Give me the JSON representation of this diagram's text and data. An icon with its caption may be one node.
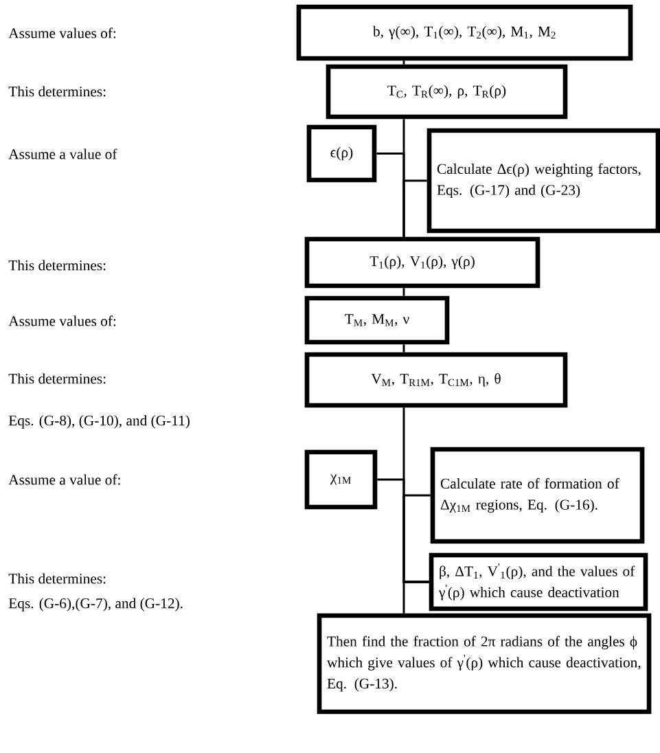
{
  "diagram": {
    "nodes": [
      {
        "text": [
          "b, γ(∞), T$_{1}$(∞), T$_{2}$(∞), M$_{1}$, M$_{2}$"
        ]
      },
      {
        "text": [
          "T$_{C}$, T$_{R}$(∞), ρ, T$_{R}$(ρ)"
        ]
      },
      {
        "text": [
          "ϵ(ρ)"
        ]
      },
      {
        "text": [
          "Calculate Δϵ(ρ) weighting factors, Eqs. (G-17) and (G-23)"
        ]
      },
      {
        "text": [
          "T$_{1}$(ρ), V$_{1}$(ρ), γ(ρ)"
        ]
      },
      {
        "text": [
          "T$_{M}$, M$_{M}$, ν"
        ]
      },
      {
        "text": [
          "V$_{M}$, T$_{R1M}$, T$_{C1M}$, η, θ"
        ]
      },
      {
        "text": [
          "χ$_{1M}$"
        ]
      },
      {
        "text": [
          "Calculate rate of formation of Δχ$_{1M}$ regions, Eq. (G-16)."
        ]
      },
      {
        "text": [
          "β, ΔT$_{1}$, V$^{'}$$_{1}$(ρ), and the values of γ$^{'}$(ρ) which cause deactivation"
        ]
      },
      {
        "text": [
          "Then find the fraction of 2π radians of the angles ϕ which give values of γ$^{'}$(ρ) which cause deactivation, Eq. (G-13)."
        ]
      }
    ],
    "edges": [
      {
        "from": 0,
        "to": 1,
        "arrow": "none"
      },
      {
        "from": 1,
        "to": 4,
        "arrow": "none"
      },
      {
        "from": 2,
        "to": 4,
        "arrow": "none"
      },
      {
        "from": 3,
        "to": 4,
        "arrow": "none"
      },
      {
        "from": 4,
        "to": 5,
        "arrow": "none"
      },
      {
        "from": 5,
        "to": 6,
        "arrow": "none"
      },
      {
        "from": 6,
        "to": 9,
        "arrow": "none"
      },
      {
        "from": 7,
        "to": 9,
        "arrow": "none"
      },
      {
        "from": 8,
        "to": 9,
        "arrow": "none"
      },
      {
        "from": 9,
        "to": 10,
        "arrow": "none"
      }
    ],
    "labels": [
      "Assume values of:",
      "This determines:",
      "Assume a value of",
      "This determines:",
      "Assume values of:",
      "This determines:",
      "Eqs. (G-8), (G-10), and (G-11)",
      "Assume a value of:",
      "This determines:",
      "Eqs. (G-6),(G-7), and (G-12)."
    ]
  }
}
